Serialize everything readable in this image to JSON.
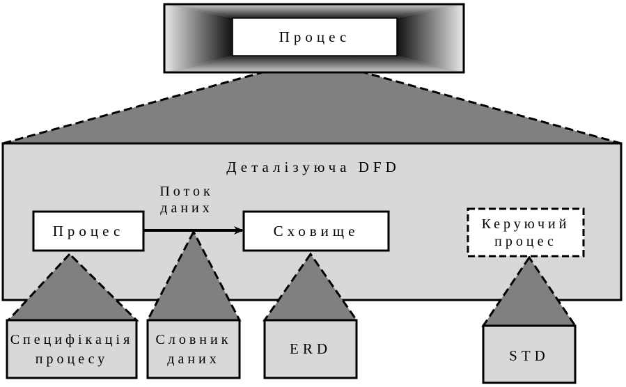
{
  "top_process": {
    "label": "Процес"
  },
  "detail_panel": {
    "title": "Деталізуюча DFD"
  },
  "flow": {
    "label_line1": "Поток",
    "label_line2": "даних"
  },
  "process_node": {
    "label": "Процес"
  },
  "store_node": {
    "label": "Сховище"
  },
  "control_process": {
    "line1": "Керуючий",
    "line2": "процес"
  },
  "bottom_boxes": {
    "spec": {
      "line1": "Специфікація",
      "line2": "процесу"
    },
    "dictionary": {
      "line1": "Словник",
      "line2": "даних"
    },
    "erd": {
      "label": "ERD"
    },
    "std": {
      "label": "STD"
    }
  },
  "colors": {
    "panel_fill": "#d8d8d8",
    "triangle_fill": "#808080",
    "outline": "#000000",
    "box_fill": "#ffffff"
  }
}
